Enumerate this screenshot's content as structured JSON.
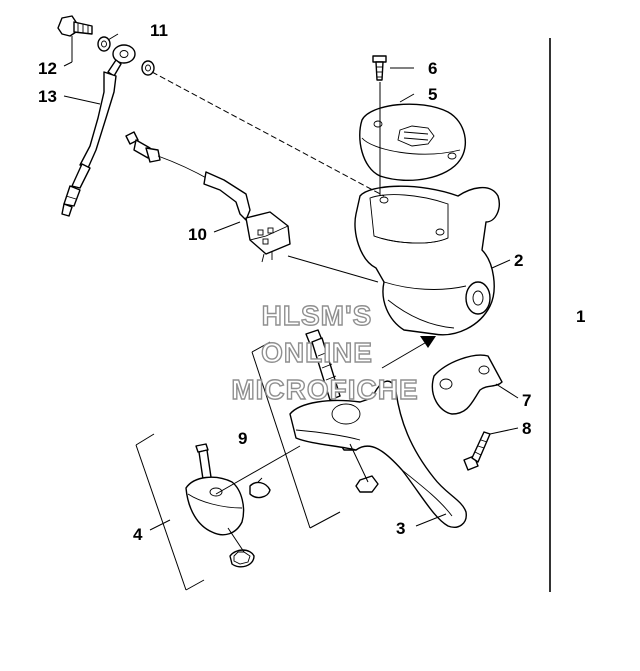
{
  "callouts": {
    "c1": "1",
    "c2": "2",
    "c3": "3",
    "c4": "4",
    "c5": "5",
    "c6": "6",
    "c7": "7",
    "c8": "8",
    "c9": "9",
    "c10": "10",
    "c11": "11",
    "c12": "12",
    "c13": "13"
  },
  "watermark": {
    "line1": "HLSM'S",
    "line2": "ONLINE",
    "line3": "MICROFICHE"
  }
}
